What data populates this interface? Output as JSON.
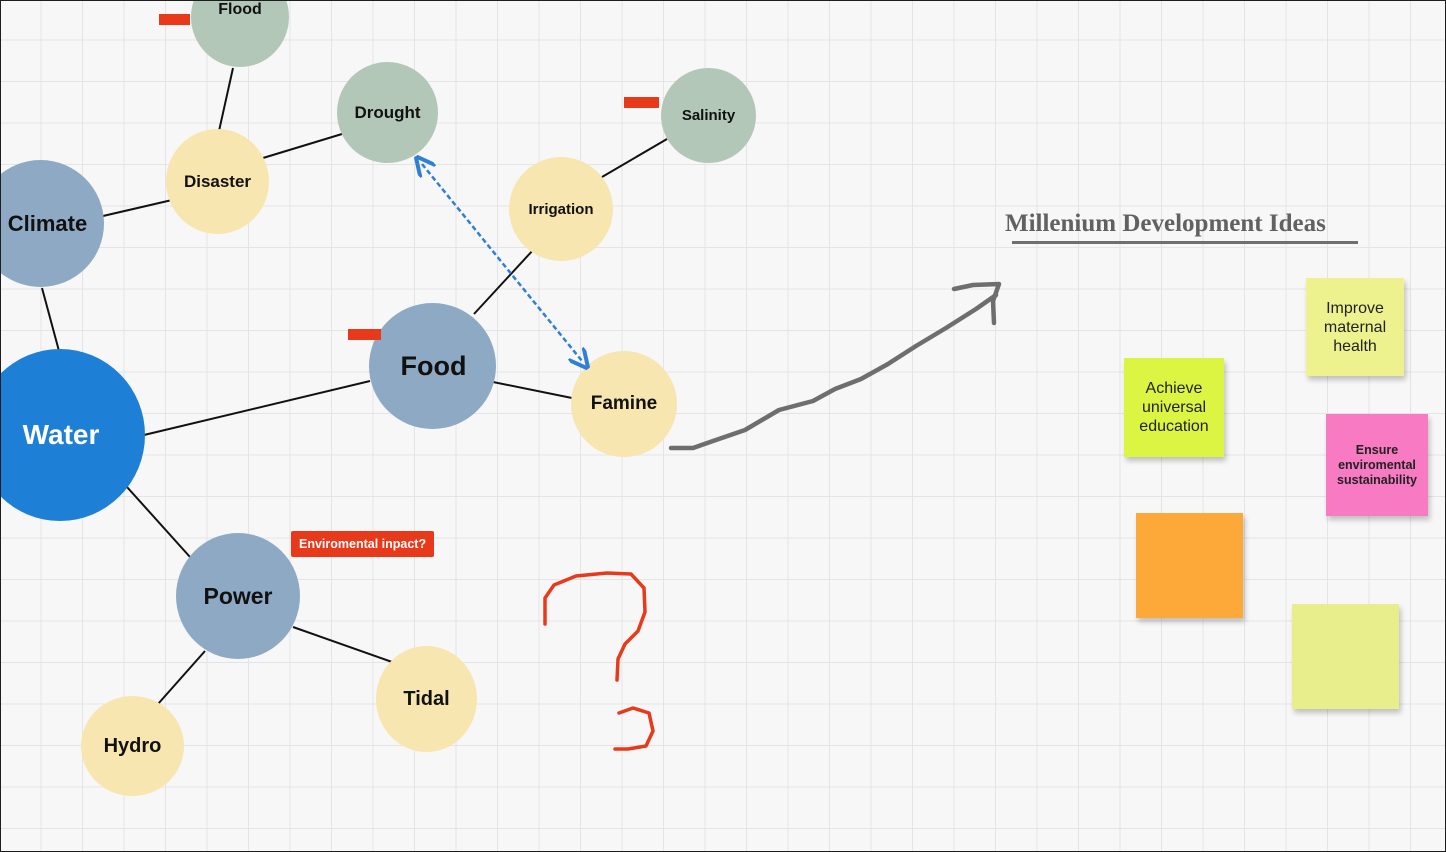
{
  "board": {
    "title": "Millenium Development Ideas",
    "nodes": {
      "flood": "Flood",
      "drought": "Drought",
      "salinity": "Salinity",
      "disaster": "Disaster",
      "irrigation": "Irrigation",
      "climate": "Climate",
      "food": "Food",
      "famine": "Famine",
      "water": "Water",
      "power": "Power",
      "tidal": "Tidal",
      "hydro": "Hydro"
    },
    "tag": "Enviromental inpact?",
    "handwriting": "?",
    "sticky_notes": [
      {
        "text": "Achieve universal education",
        "color": "#dcf542"
      },
      {
        "text": "Improve maternal health",
        "color": "#eef28e"
      },
      {
        "text": "Ensure enviromental sustainability",
        "color": "#f77ac2"
      },
      {
        "text": "",
        "color": "#fca93a"
      },
      {
        "text": "",
        "color": "#e8ee8c"
      }
    ]
  },
  "colors": {
    "central_node": "#1e7fd6",
    "primary_node": "#8ea9c4",
    "secondary_node": "#f7e6b0",
    "tertiary_node": "#b3c7b9",
    "marker_red": "#e8391b",
    "dashed_arrow": "#2f7fd6",
    "pen_gray": "#6e6e6e"
  }
}
